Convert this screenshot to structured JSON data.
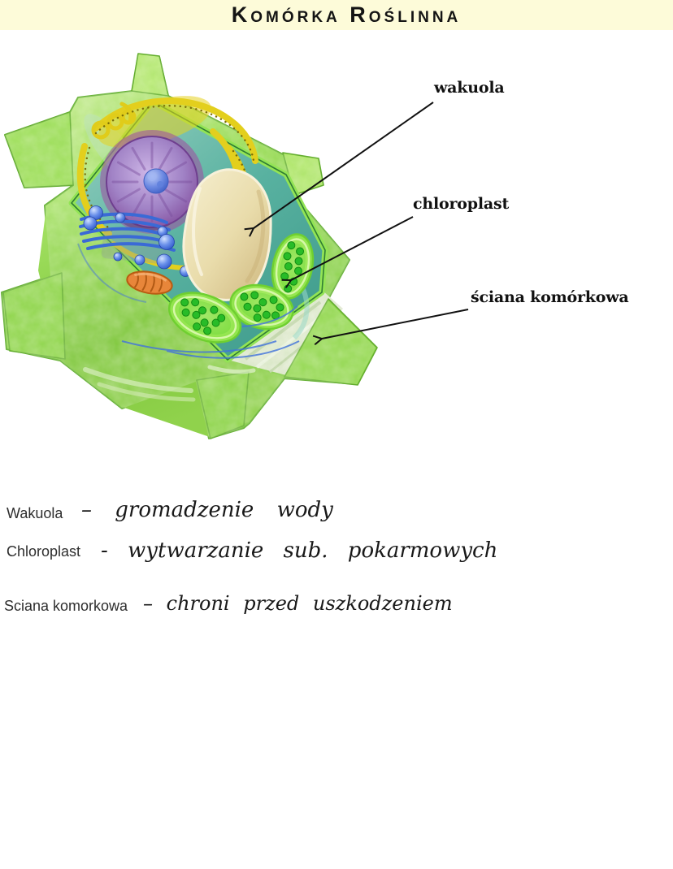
{
  "title_bar": {
    "text": "Komórka Roślinna",
    "bg": "#fdfbd9",
    "color": "#141414"
  },
  "diagram": {
    "labels": {
      "wakuola": "wakuola",
      "chloroplast": "chloroplast",
      "sciana": "ściana komórkowa"
    },
    "colors": {
      "arrow": "#111111",
      "label_color": "#111111",
      "cell_wall": "#8fdc48",
      "cell_wall_light": "#d3f2a2",
      "cytoplasm": "#58b1a0",
      "vacuole": "#ecdfae",
      "nucleus": "#9a6fc0",
      "nucleolus": "#5f7fd8",
      "endoplasmic_reticulum": "#e6d21e",
      "golgi": "#3a6ad6",
      "mitochondrion": "#e0781e",
      "chloroplast_green": "#7fd83f"
    }
  },
  "notes": [
    {
      "term": "Wakuola",
      "definition": "– gromadzenie wody"
    },
    {
      "term": "Chloroplast",
      "definition": "- wytwarzanie sub. pokarmowych"
    },
    {
      "term": "Sciana komorkowa",
      "definition": "– chroni przed uszkodzeniem"
    }
  ]
}
